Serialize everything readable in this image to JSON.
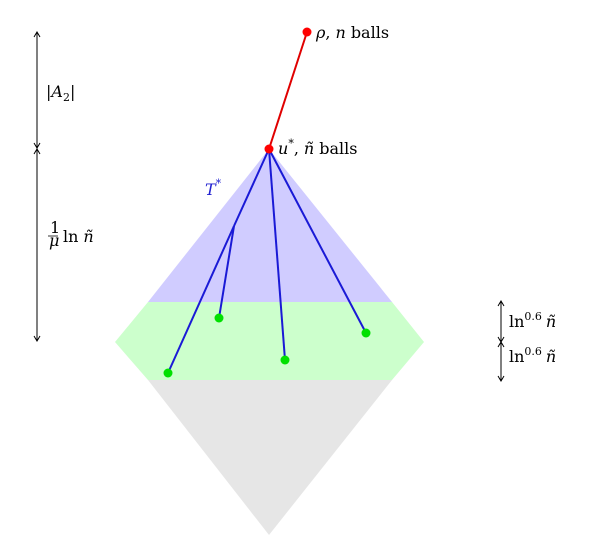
{
  "labels": {
    "rho_symbol": "ρ",
    "rho_comma": ",",
    "n_symbol": "n",
    "rho_balls": "balls",
    "u_symbol": "u",
    "u_star": "*",
    "u_comma": ",",
    "u_ntilde": "ñ",
    "u_balls": "balls",
    "T_symbol": "T",
    "T_star": "*",
    "A2_left_bar": "|",
    "A2_A": "A",
    "A2_sub": "2",
    "A2_right_bar": "|",
    "frac_num": "1",
    "frac_den": "μ",
    "ln_text": "ln",
    "ln_ntilde": "ñ",
    "ln06_top_ln": "ln",
    "ln06_top_exp": "0.6",
    "ln06_top_ntilde": "ñ",
    "ln06_bot_ln": "ln",
    "ln06_bot_exp": "0.6",
    "ln06_bot_ntilde": "ñ"
  },
  "colors": {
    "blue_region": "#d0ccff",
    "green_band": "#ccffcc",
    "gray_region": "#e6e6e6",
    "root_edge": "#e00000",
    "root_node": "#ff0000",
    "tree_edge": "#1a1ad6",
    "leaf_node": "#00e000",
    "T_label": "#2020d0"
  }
}
